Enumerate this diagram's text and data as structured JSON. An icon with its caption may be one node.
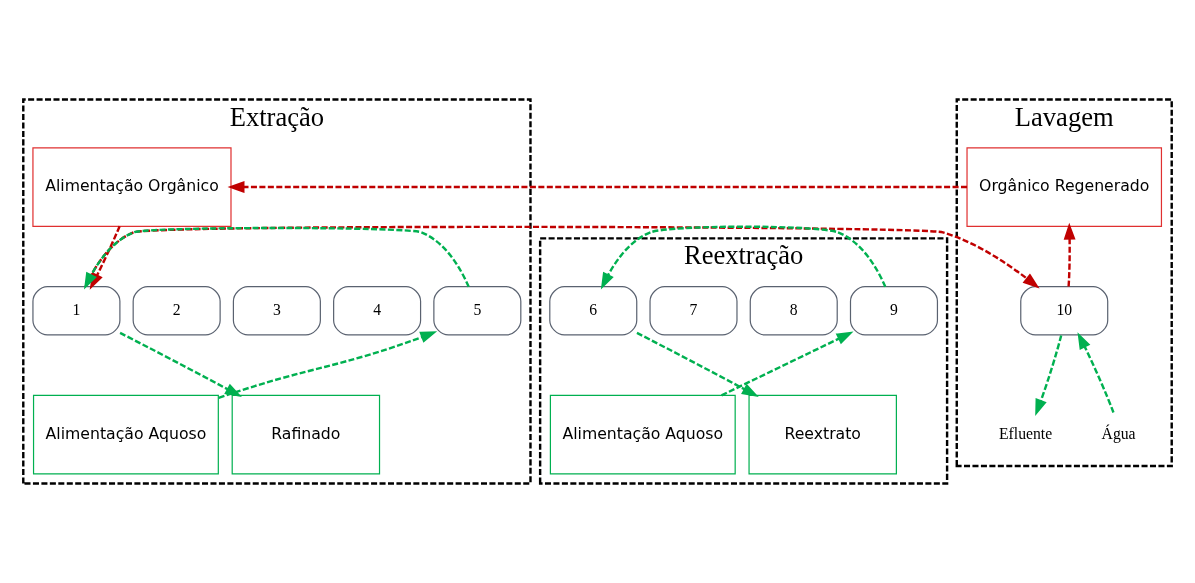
{
  "diagram": {
    "nodes": [
      {
        "text": [
          "Extração"
        ]
      },
      {
        "text": [
          "Alimentação Orgânico"
        ],
        "in": 0
      },
      {
        "text": [
          "1"
        ],
        "in": 0
      },
      {
        "text": [
          "2"
        ],
        "in": 0
      },
      {
        "text": [
          "3"
        ],
        "in": 0
      },
      {
        "text": [
          "4"
        ],
        "in": 0
      },
      {
        "text": [
          "5"
        ],
        "in": 0
      },
      {
        "text": [
          "Rafinado"
        ],
        "in": 0
      },
      {
        "text": [
          "Alimentação Aquoso"
        ],
        "in": 0
      },
      {
        "text": [
          "Reextração"
        ]
      },
      {
        "text": [
          "6"
        ],
        "in": 9
      },
      {
        "text": [
          "7"
        ],
        "in": 9
      },
      {
        "text": [
          "8"
        ],
        "in": 9
      },
      {
        "text": [
          "9"
        ],
        "in": 9
      },
      {
        "text": [
          "Reextrato"
        ],
        "in": 9
      },
      {
        "text": [
          "Alimentação Aquoso"
        ],
        "in": 9
      },
      {
        "text": [
          "Lavagem"
        ]
      },
      {
        "text": [
          "Orgânico Regenerado"
        ],
        "in": 16
      },
      {
        "text": [
          "10"
        ],
        "in": 16
      },
      {
        "text": [
          "Efluente"
        ],
        "in": 16
      },
      {
        "text": [
          "Água"
        ],
        "in": 16
      }
    ],
    "edges": [
      {
        "from": 17,
        "to": 1,
        "arrow": "to",
        "style": "dashed",
        "color": "#c00000"
      },
      {
        "from": 1,
        "to": 2,
        "arrow": "to",
        "style": "dashed",
        "color": "#c00000"
      },
      {
        "from": 2,
        "to": 18,
        "arrow": "to",
        "style": "dashed",
        "color": "#c00000"
      },
      {
        "from": 18,
        "to": 17,
        "arrow": "to",
        "style": "dashed",
        "color": "#c00000"
      },
      {
        "from": 8,
        "to": 6,
        "arrow": "to",
        "style": "dashed"
      },
      {
        "from": 6,
        "to": 2,
        "arrow": "to",
        "style": "dashed"
      },
      {
        "from": 2,
        "to": 7,
        "arrow": "to",
        "style": "dashed"
      },
      {
        "from": 15,
        "to": 13,
        "arrow": "to",
        "style": "dashed"
      },
      {
        "from": 13,
        "to": 10,
        "arrow": "to",
        "style": "dashed"
      },
      {
        "from": 10,
        "to": 14,
        "arrow": "to",
        "style": "dashed"
      },
      {
        "from": 20,
        "to": 18,
        "arrow": "to",
        "style": "dashed"
      },
      {
        "from": 18,
        "to": 19,
        "arrow": "to",
        "style": "dashed"
      }
    ]
  }
}
